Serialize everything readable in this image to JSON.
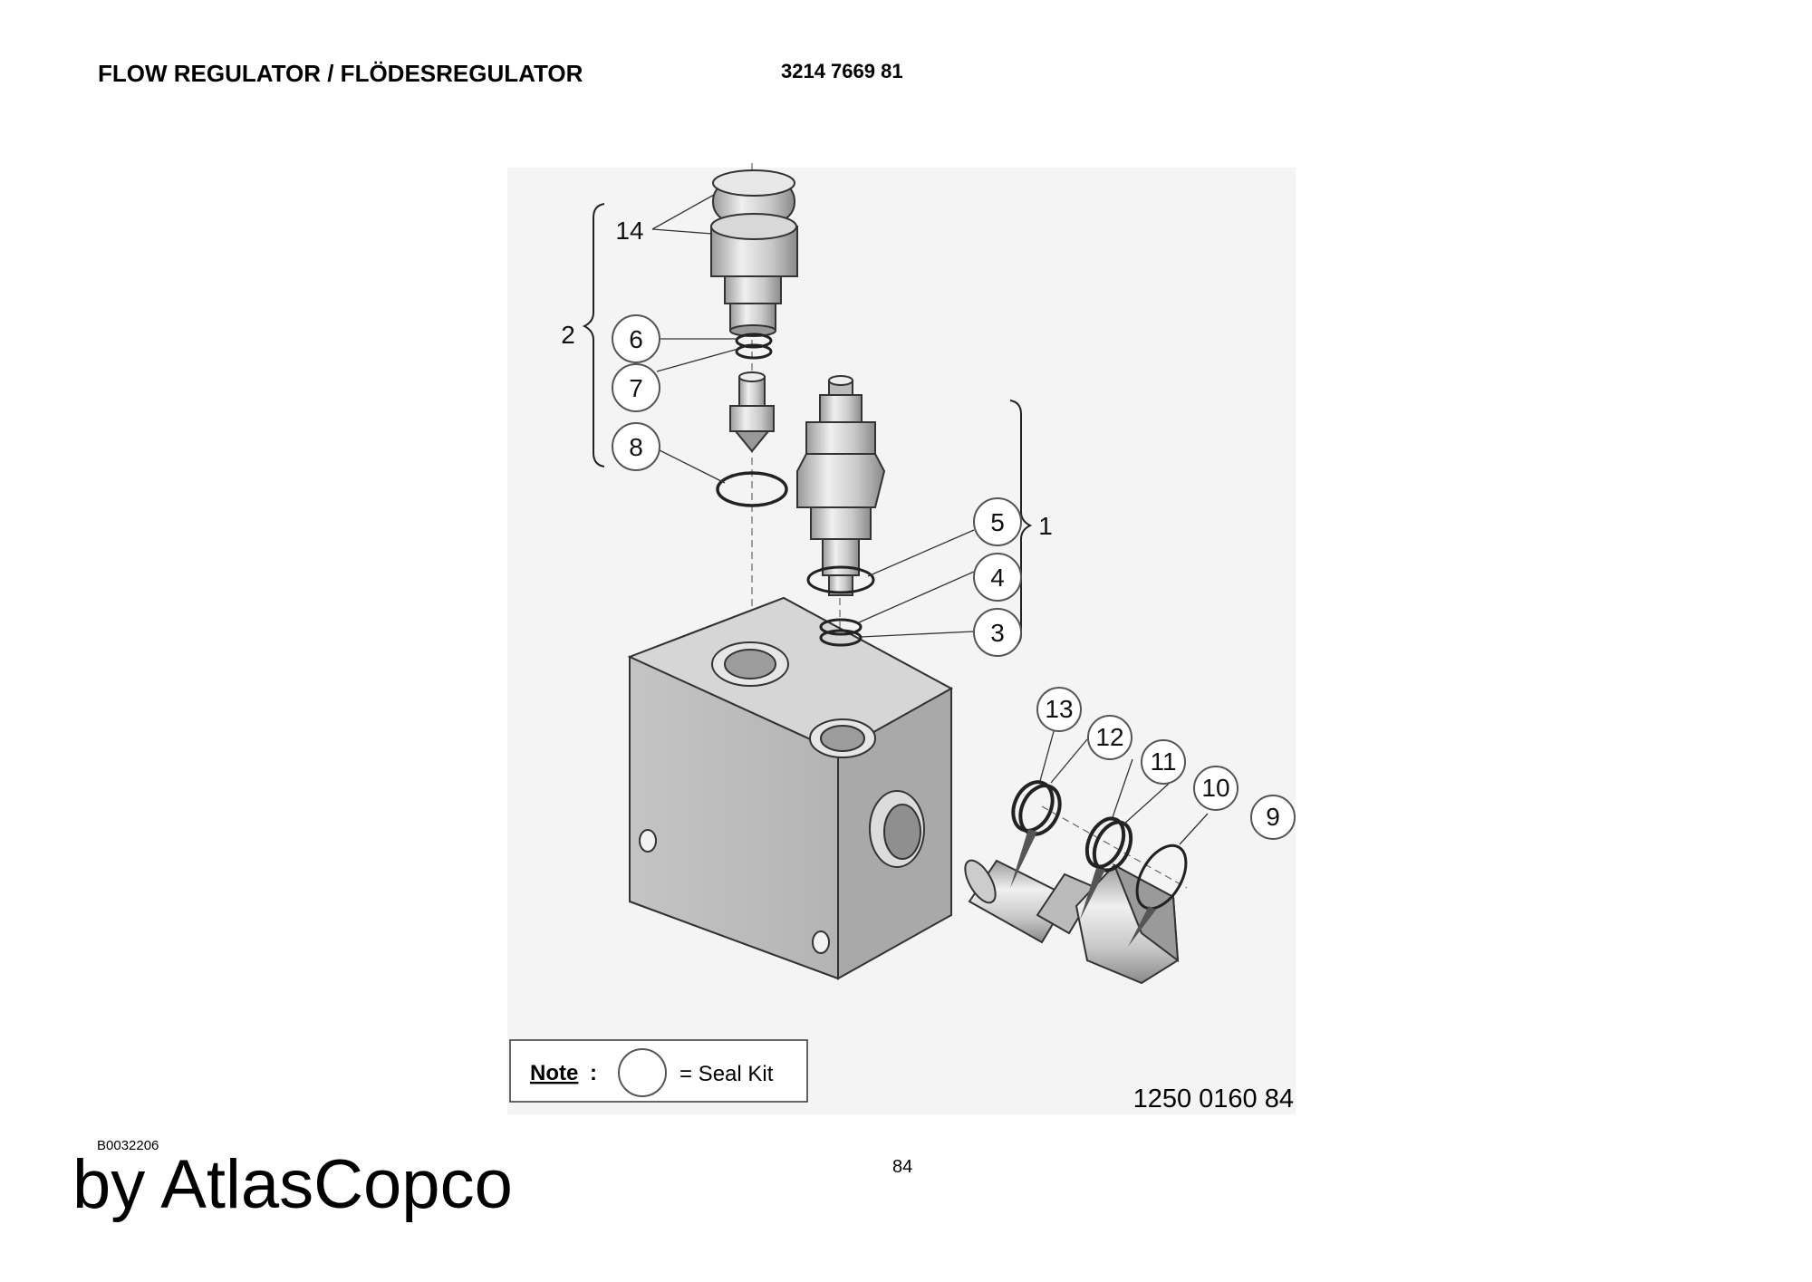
{
  "header": {
    "title": "FLOW REGULATOR / FLÖDESREGULATOR",
    "part_number": "3214 7669 81"
  },
  "diagram": {
    "callouts": {
      "c1": "1",
      "c2": "2",
      "c3": "3",
      "c4": "4",
      "c5": "5",
      "c6": "6",
      "c7": "7",
      "c8": "8",
      "c9": "9",
      "c10": "10",
      "c11": "11",
      "c12": "12",
      "c13": "13",
      "c14": "14"
    },
    "note_label": "Note",
    "note_colon": ":",
    "note_text": "= Seal Kit",
    "drawing_number": "1250 0160 84"
  },
  "footer": {
    "image_code": "B0032206",
    "brand": "by AtlasCopco",
    "page_number": "84"
  }
}
